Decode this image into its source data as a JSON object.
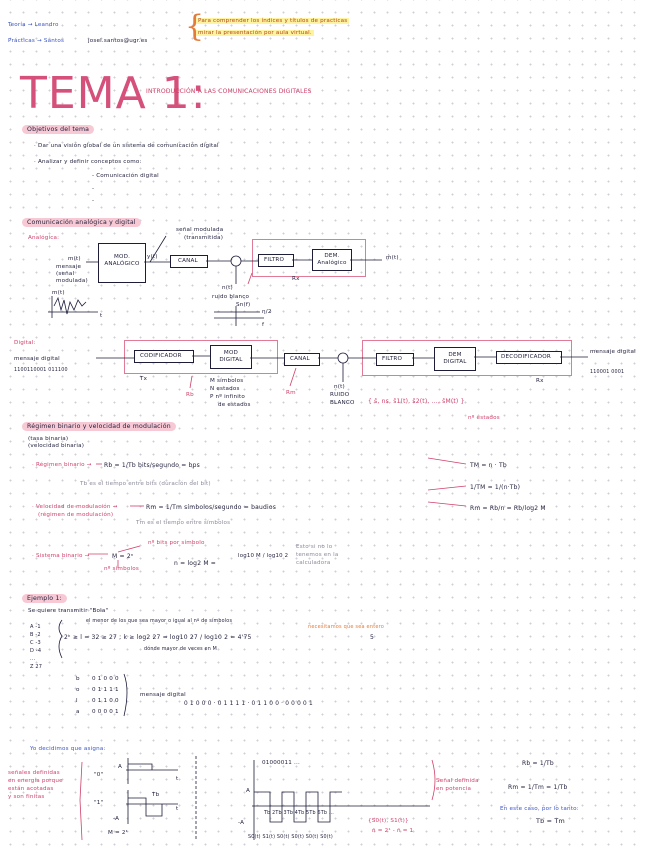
{
  "header": {
    "teoria": "Teoría → Leandro",
    "practicas": "Prácticas → Santos",
    "email": "josel.santos@ugr.es",
    "note_line1": "Para comprender los índices y títulos de practicas",
    "note_line2": "mirar la presentación por aula virtual."
  },
  "title": {
    "main": "TEMA 1",
    "colon": ":",
    "subtitle": "INTRODUCCIÓN A LAS COMUNICACIONES DIGITALES"
  },
  "objetivos": {
    "heading": "Objetivos del tema",
    "items": [
      "· Dar una visión global de un sistema de comunicación digital",
      "· Analizar y definir conceptos como:"
    ],
    "sub_items": [
      "- Comunicación digital",
      "-",
      "-"
    ]
  },
  "analogica": {
    "heading": "Comunicación analógica y digital",
    "label": "Analógica:",
    "mt": "m(t)",
    "mensaje": "mensaje",
    "senal": "(señal",
    "modulada": "modulada)",
    "mt2": "m(t)",
    "t_axis": "t",
    "mod_box": "MOD. ANALÓGICO",
    "yt": "y(t)",
    "senal_modulada": "señal modulada",
    "transmitida": "(transmitida)",
    "canal": "CANAL",
    "filtro": "FILTRO",
    "dem": "DEM. Analógico",
    "mhat": "m̂(t)",
    "rx": "Rx",
    "nt": "n(t)",
    "ruido": "ruido blanco",
    "snf": "Sn(f)",
    "n2": "η/2",
    "f_axis": "f"
  },
  "digital": {
    "label": "Digital:",
    "mensaje_digital": "mensaje digital",
    "bits": "1100110001 011100",
    "codificador": "CODIFICADOR",
    "mod_digital": "MOD DIGITAL",
    "canal": "CANAL",
    "filtro": "FILTRO",
    "dem_digital": "DEM DIGITAL",
    "decodificador": "DECODIFICADOR",
    "mensaje_digital_out": "mensaje digital",
    "bits_out": "110001 0001",
    "tx": "Tx",
    "rb": "Rb",
    "rm": "Rm",
    "rx": "Rx",
    "m_simbolos": "M símbolos",
    "n_estados": "N estados",
    "p_infinito": "P nº infinito",
    "de_estados": "de estados",
    "nt": "n(t)",
    "ruido": "RUIDO",
    "blanco": "BLANCO",
    "set": "{ ŝ, ns, ŝ1(t), ŝ2(t), ..., ŝM(t) }",
    "n_estados_note": "nº estados"
  },
  "regimen": {
    "heading": "Régimen binario y velocidad de modulación",
    "tasa": "(tasa binaria)",
    "velocidad": "(velocidad binaria)",
    "rb_label": "· Régimen binario →",
    "rb_formula": "Rb = 1/Tb  bits/segundo = bps",
    "tb_note": "Tb es el tiempo entre bits (duración del bit)",
    "rm_label": "· Velocidad de modulación →",
    "rm_sub": "(régimen de modulación)",
    "rm_formula": "Rm = 1/Tm  símbolos/segundo = baudios",
    "tm_note": "Tm es el tiempo entre símbolos",
    "tm_eq": "TM = n · Tb",
    "inv_eq": "1/TM = 1/(n·Tb)",
    "rm_eq": "Rm = Rb/n = Rb/log2 M",
    "sb_label": "· Sistema binario →",
    "sb_eq": "M = 2ⁿ",
    "bits_por_simbolo": "nº bits por símbolo",
    "n_simbolos": "nº símbolos",
    "n_eq": "n = log2 M =",
    "log_frac": "log10 M / log10 2",
    "note1": "Esto si no lo",
    "note2": "tenemos en la",
    "note3": "calculadora"
  },
  "ejemplo": {
    "heading": "Ejemplo 1:",
    "quiere": "Se quiere transmitir \"Bola\"",
    "letters": [
      "A",
      "B",
      "C",
      "D",
      "...",
      "Z"
    ],
    "letter_vals": [
      "-1",
      "-2",
      "-3",
      "-4",
      "",
      "27"
    ],
    "nota_menor": "el menor de los que sea mayor o igual al nº de símbolos",
    "formula1": "2ᵏ ≥ l = 32 ≥ 27 ;  k ≥ log2 27 = log10 27 / log10 2 = 4'75",
    "necesitamos": "necesitamos que sea entero",
    "result": "5",
    "nota_mayor": "dónde mayor de veces en M",
    "bola_letters": [
      "b",
      "o",
      "l",
      "a"
    ],
    "bola_codes": [
      "0 1 0 0 0",
      "0 1 1 1 1",
      "0 1 1 0 0",
      "0 0 0 0 1"
    ],
    "mensaje_digital": "mensaje digital",
    "mensaje_bits": "0 1 0 0 0 · 0 1 1 1 1 · 0 1 1 0 0 · 0 0 0 0 1",
    "decidimos": "Yo decidimos que asigna:",
    "senales1": "señales definidas",
    "senales2": "en energía porque",
    "senales3": "están acotadas",
    "senales4": "y son finitas",
    "zero_label": "\"0\"",
    "one_label": "\"1\"",
    "a_label": "A",
    "minus_a": "-A",
    "tb": "Tb",
    "t_axis": "t",
    "m_eq": "M = 2¹",
    "bitstream": "01000011 ...",
    "time_labels": "Tb 2Tb 3Tb 4Tb 5Tb 6Tb ...",
    "s_labels": "S0(t) S1(t) S0(t) S0(t) S0(t) S0(t)",
    "s_set": "{S0(t), S1(t)}",
    "rb_note": "ñ = 2¹ - ñ = 1",
    "senal_def1": "Señal definida",
    "senal_def2": "en potencia",
    "rb_eq": "Rb = 1/Tb",
    "rm_eq": "Rm = 1/Tm = 1/Tb",
    "este_caso": "En este caso, por lo tanto:",
    "tb_eq": "Tb = Tm"
  }
}
